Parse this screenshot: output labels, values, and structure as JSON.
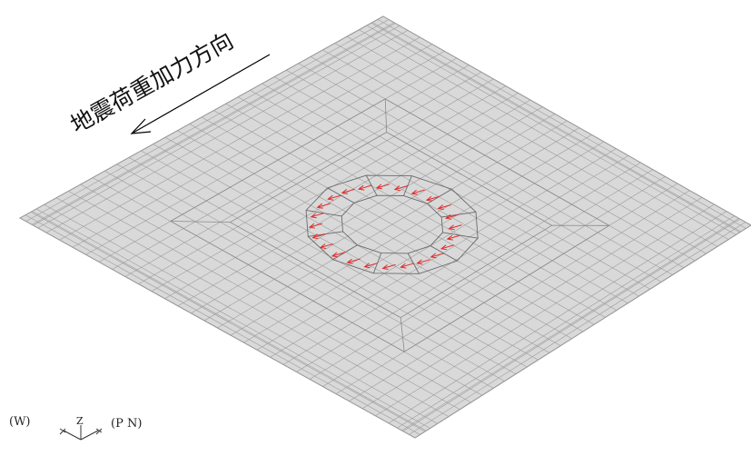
{
  "caption": "地震荷重加力方向",
  "axes": {
    "left_label": "(W)",
    "vertical_label": "Z",
    "right_label": "(P N)"
  },
  "colors": {
    "plate": "#d9d9d9",
    "mesh": "#9c9c9c",
    "load": "#e32b2b",
    "arrow": "#000000"
  }
}
